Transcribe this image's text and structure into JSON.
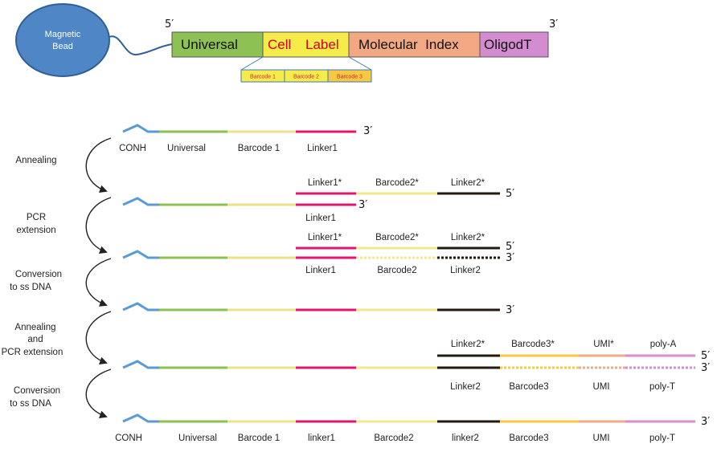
{
  "header": {
    "bead_label_line1": "Magnetic",
    "bead_label_line2": "Bead",
    "five_prime": "5′",
    "three_prime": "3′",
    "segments": {
      "universal": "Universal",
      "cell_label_word1": "Cell",
      "cell_label_word2": "Label",
      "molecular_index": "Molecular  Index",
      "oligodt": "OligodT"
    },
    "barcodes": [
      "Barcode 1",
      "Barcode 2",
      "Barcode 3"
    ]
  },
  "steps": {
    "annealing": "Annealing",
    "pcr_ext_1": "PCR",
    "pcr_ext_2": "extension",
    "conv1_1": "Conversion",
    "conv1_2": "to ss DNA",
    "anneal_pcr_1": "Annealing",
    "anneal_pcr_2": "and",
    "anneal_pcr_3": "PCR extension",
    "conv2_1": "Conversion",
    "conv2_2": "to ss DNA"
  },
  "labels": {
    "r1_conh": "CONH",
    "r1_universal": "Universal",
    "r1_barcode1": "Barcode 1",
    "r1_linker1": "Linker1",
    "r1_3p": "3′",
    "r2_linker1s": "Linker1*",
    "r2_barcode2s": "Barcode2*",
    "r2_linker2s": "Linker2*",
    "r2_5p": "5′",
    "r2_3p": "3′",
    "r2_linker1": "Linker1",
    "r3_linker1s": "Linker1*",
    "r3_barcode2s": "Barcode2*",
    "r3_linker2s": "Linker2*",
    "r3_5p": "5′",
    "r3_3p": "3′",
    "r3_linker1": "Linker1",
    "r3_barcode2": "Barcode2",
    "r3_linker2": "Linker2",
    "r4_3p": "3′",
    "r5_linker2s": "Linker2*",
    "r5_barcode3s": "Barcode3*",
    "r5_umis": "UMI*",
    "r5_polya": "poly-A",
    "r5_5p": "5′",
    "r5_3p": "3′",
    "r5_linker2": "Linker2",
    "r5_barcode3": "Barcode3",
    "r5_umi": "UMI",
    "r5_polyt": "poly-T",
    "r6_3p": "3′",
    "f_conh": "CONH",
    "f_universal": "Universal",
    "f_barcode1": "Barcode 1",
    "f_linker1": "linker1",
    "f_barcode2": "Barcode2",
    "f_linker2": "linker2",
    "f_barcode3": "Barcode3",
    "f_umi": "UMI",
    "f_polyt": "poly-T"
  },
  "colors": {
    "bead": "#4f86c6",
    "bead_stroke": "#2f5f96",
    "universal": "#8dc153",
    "cell_label": "#f5ec4a",
    "cell_label_text": "#d0021b",
    "molecular_index": "#f2a983",
    "oligodt": "#d38ccf",
    "linker_blue": "#5b9bd5",
    "universal_line": "#8cc152",
    "barcode1_line": "#ece28c",
    "linker1_line": "#e0156d",
    "barcode2_line": "#f0e88c",
    "linker2_line": "#231a12",
    "barcode3_line": "#f7c940",
    "umi_line": "#f0a98a",
    "poly_line": "#d58fd0"
  }
}
